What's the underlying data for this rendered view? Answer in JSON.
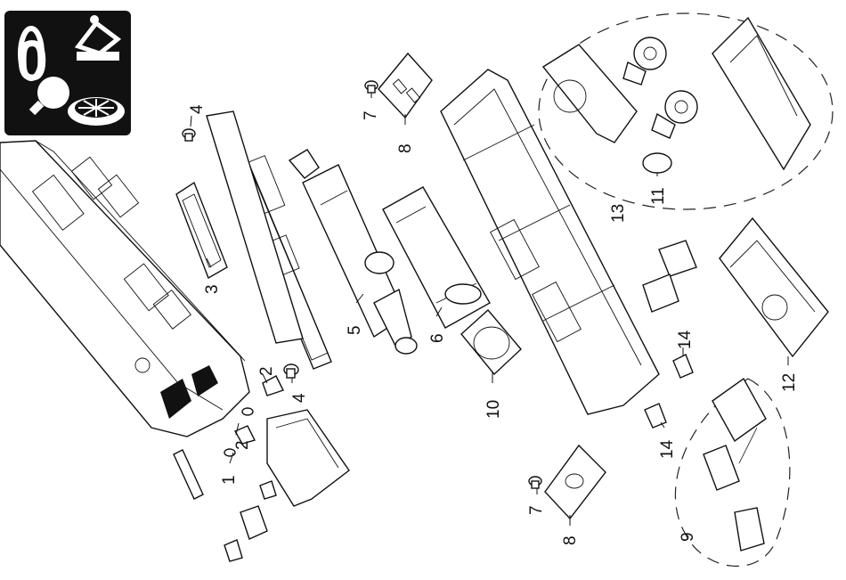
{
  "colors": {
    "line": "#111111",
    "badge_bg": "#111111",
    "badge_fg": "#ffffff"
  },
  "badge": {
    "digit": "0",
    "icons": [
      "lamp-icon",
      "ring-icon",
      "wrench-icon",
      "lubricate-icon"
    ]
  },
  "labels": {
    "p1": "1",
    "p2a": "2",
    "p2b": "2",
    "p3": "3",
    "p4a": "4",
    "p4b": "4",
    "p5": "5",
    "p6": "6",
    "p7a": "7",
    "p7b": "7",
    "p8a": "8",
    "p8b": "8",
    "p9": "9",
    "p10": "10",
    "p11": "11",
    "p12": "12",
    "p13": "13",
    "p14a": "14",
    "p14b": "14"
  }
}
